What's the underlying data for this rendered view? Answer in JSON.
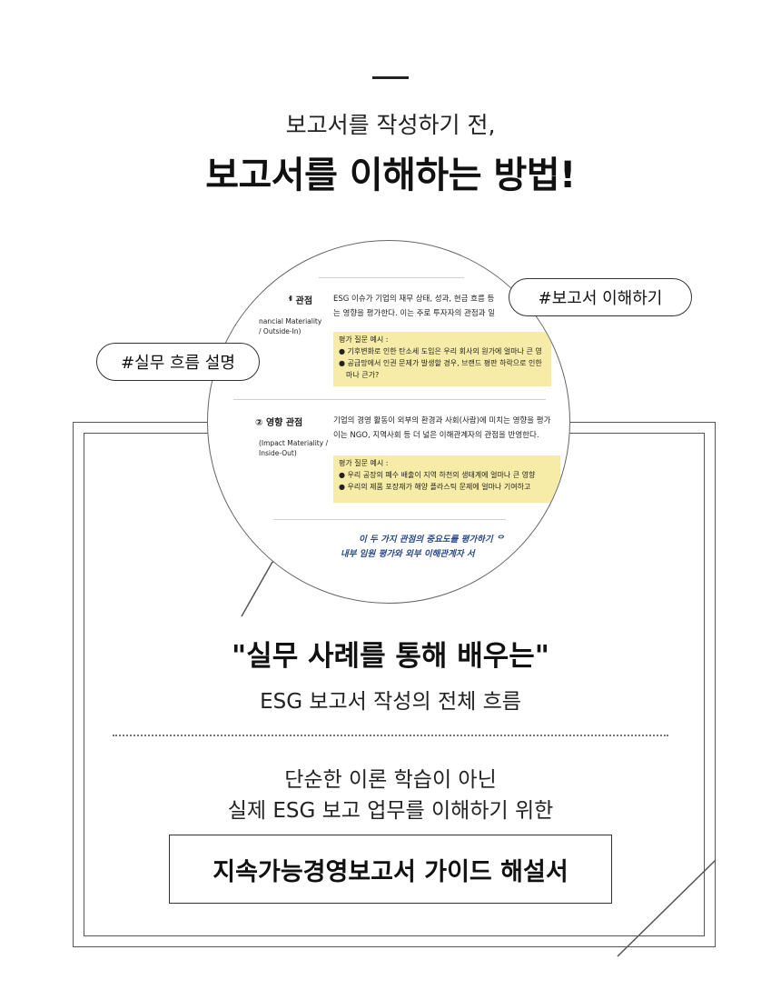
{
  "header": {
    "subtitle": "보고서를 작성하기 전,",
    "title": "보고서를 이해하는 방법!"
  },
  "tags": {
    "tag1": "#보고서 이해하기",
    "tag2": "#실무 흐름 설명"
  },
  "preview": {
    "section1_title": "ᅦ 관점",
    "section1_sub1": "nancial Materiality",
    "section1_sub2": "/ Outside-In)",
    "section1_line1": "ESG 이슈가 기업의 재무 상태, 성과, 현금 흐름 등",
    "section1_line2": "는 영향을 평가한다. 이는 주로 투자자의 관점과 일",
    "section1_q_title": "평가 질문 예시 :",
    "section1_q1": "● 기후변화로 인한 탄소세 도입은 우리 회사의 원가에 얼마나 큰 영",
    "section1_q2": "● 공급망에서 인권 문제가 발생할 경우, 브랜드 평판 하락으로 인한",
    "section1_q3": "마나 큰가?",
    "section2_title": "② 영향 관점",
    "section2_sub1": "(Impact Materiality /",
    "section2_sub2": "Inside-Out)",
    "section2_line1": "기업의 경영 활동이 외부의 환경과 사회(사람)에 미치는 영향을 평가",
    "section2_line2": "이는 NGO, 지역사회 등 더 넓은 이해관계자의 관점을 반영한다.",
    "section2_q_title": "평가 질문 예시 :",
    "section2_q1": "● 우리 공장의 폐수 배출이 지역 하천의 생태계에 얼마나 큰 영향",
    "section2_q2": "● 우리의 제품 포장재가 해양 플라스틱 문제에 얼마나 기여하고",
    "footer_line1": "이 두 가지 관점의 중요도를 평가하기 ᄋ",
    "footer_line2": "내부 임원 평가와 외부 이해관계자 서"
  },
  "main": {
    "quote": "\"실무 사례를 통해 배우는\"",
    "flow": "ESG 보고서 작성의 전체 흐름",
    "line1": "단순한 이론 학습이 아닌",
    "line2": "실제 ESG 보고 업무를 이해하기 위한",
    "guide": "지속가능경영보고서 가이드 해설서"
  },
  "colors": {
    "highlight": "#f7eca7",
    "accent_text": "#2a4a8a"
  }
}
